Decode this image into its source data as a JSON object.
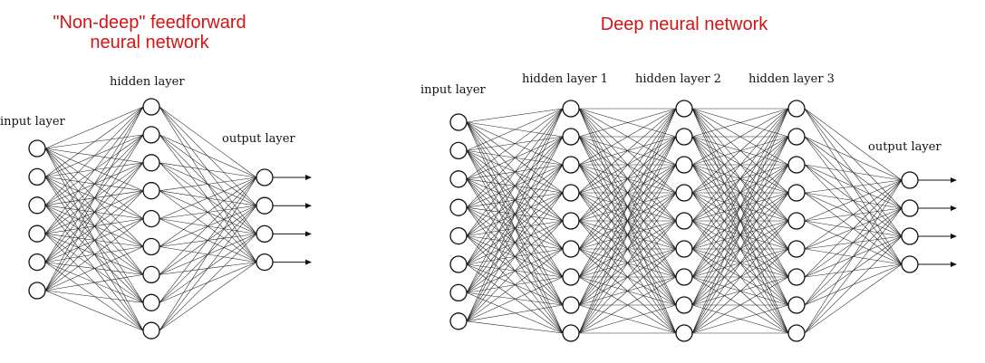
{
  "shallow_network": {
    "title": {
      "line1": "\"Non-deep\" feedforward",
      "line2": "neural network"
    },
    "layers": [
      {
        "label": "input layer",
        "nodes": 6
      },
      {
        "label": "hidden layer",
        "nodes": 9
      },
      {
        "label": "output layer",
        "nodes": 4
      }
    ]
  },
  "deep_network": {
    "title": "Deep neural network",
    "layers": [
      {
        "label": "input layer",
        "nodes": 8
      },
      {
        "label": "hidden layer 1",
        "nodes": 9
      },
      {
        "label": "hidden layer 2",
        "nodes": 9
      },
      {
        "label": "hidden layer 3",
        "nodes": 9
      },
      {
        "label": "output layer",
        "nodes": 4
      }
    ]
  }
}
